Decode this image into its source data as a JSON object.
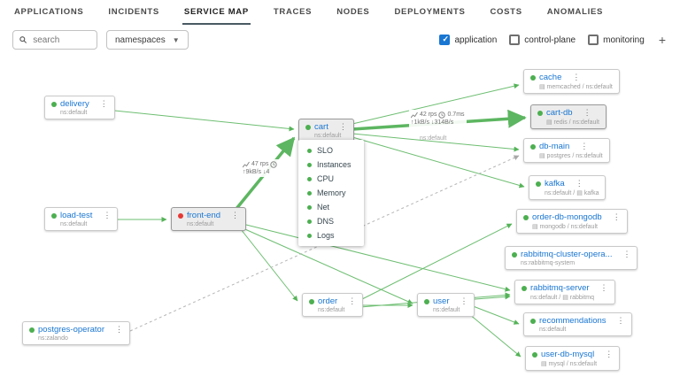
{
  "nav": {
    "tabs": [
      {
        "label": "APPLICATIONS",
        "active": false
      },
      {
        "label": "INCIDENTS",
        "active": false
      },
      {
        "label": "SERVICE MAP",
        "active": true
      },
      {
        "label": "TRACES",
        "active": false
      },
      {
        "label": "NODES",
        "active": false
      },
      {
        "label": "DEPLOYMENTS",
        "active": false
      },
      {
        "label": "COSTS",
        "active": false
      },
      {
        "label": "ANOMALIES",
        "active": false
      }
    ]
  },
  "toolbar": {
    "search_placeholder": "search",
    "namespaces_label": "namespaces",
    "filters": [
      {
        "label": "application",
        "checked": true
      },
      {
        "label": "control-plane",
        "checked": false
      },
      {
        "label": "monitoring",
        "checked": false
      }
    ],
    "add_label": "+"
  },
  "map": {
    "nodes": [
      {
        "name": "delivery",
        "sub": "ns:default"
      },
      {
        "name": "load-test",
        "sub": "ns:default"
      },
      {
        "name": "front-end",
        "sub": "ns:default"
      },
      {
        "name": "postgres-operator",
        "sub": "ns:zalando"
      },
      {
        "name": "cart",
        "sub": "ns:default"
      },
      {
        "name": "order",
        "sub": "ns:default"
      },
      {
        "name": "user",
        "sub": "ns:default"
      },
      {
        "name": "cache",
        "sub": "▤ memcached / ns:default"
      },
      {
        "name": "cart-db",
        "sub": "▤ redis / ns:default"
      },
      {
        "name": "db-main",
        "sub": "▤ postgres / ns:default"
      },
      {
        "name": "kafka",
        "sub": "ns:default / ▤ kafka"
      },
      {
        "name": "order-db-mongodb",
        "sub": "▤ mongodb / ns:default"
      },
      {
        "name": "rabbitmq-cluster-opera...",
        "sub": "ns:rabbitmq-system"
      },
      {
        "name": "rabbitmq-server",
        "sub": "ns:default / ▤ rabbitmq"
      },
      {
        "name": "recommendations",
        "sub": "ns:default"
      },
      {
        "name": "user-db-mysql",
        "sub": "▤ mysql / ns:default"
      }
    ],
    "context_menu": {
      "items": [
        "SLO",
        "Instances",
        "CPU",
        "Memory",
        "Net",
        "DNS",
        "Logs"
      ]
    },
    "edge_labels": {
      "cart_edge": {
        "rps": "47 rps",
        "traffic": "↑9kB/s ↓4"
      },
      "cartdb_edge": {
        "rps": "42 rps",
        "latency": "0.7ms",
        "traffic": "↑1kB/s ↓314B/s",
        "ns": "ns:default"
      }
    }
  },
  "colors": {
    "edge_green": "#4caf50",
    "status_ok_green": "#4caf50",
    "status_error_red": "#e53935",
    "link_blue": "#1976d2",
    "checkbox_blue": "#1976d2"
  }
}
